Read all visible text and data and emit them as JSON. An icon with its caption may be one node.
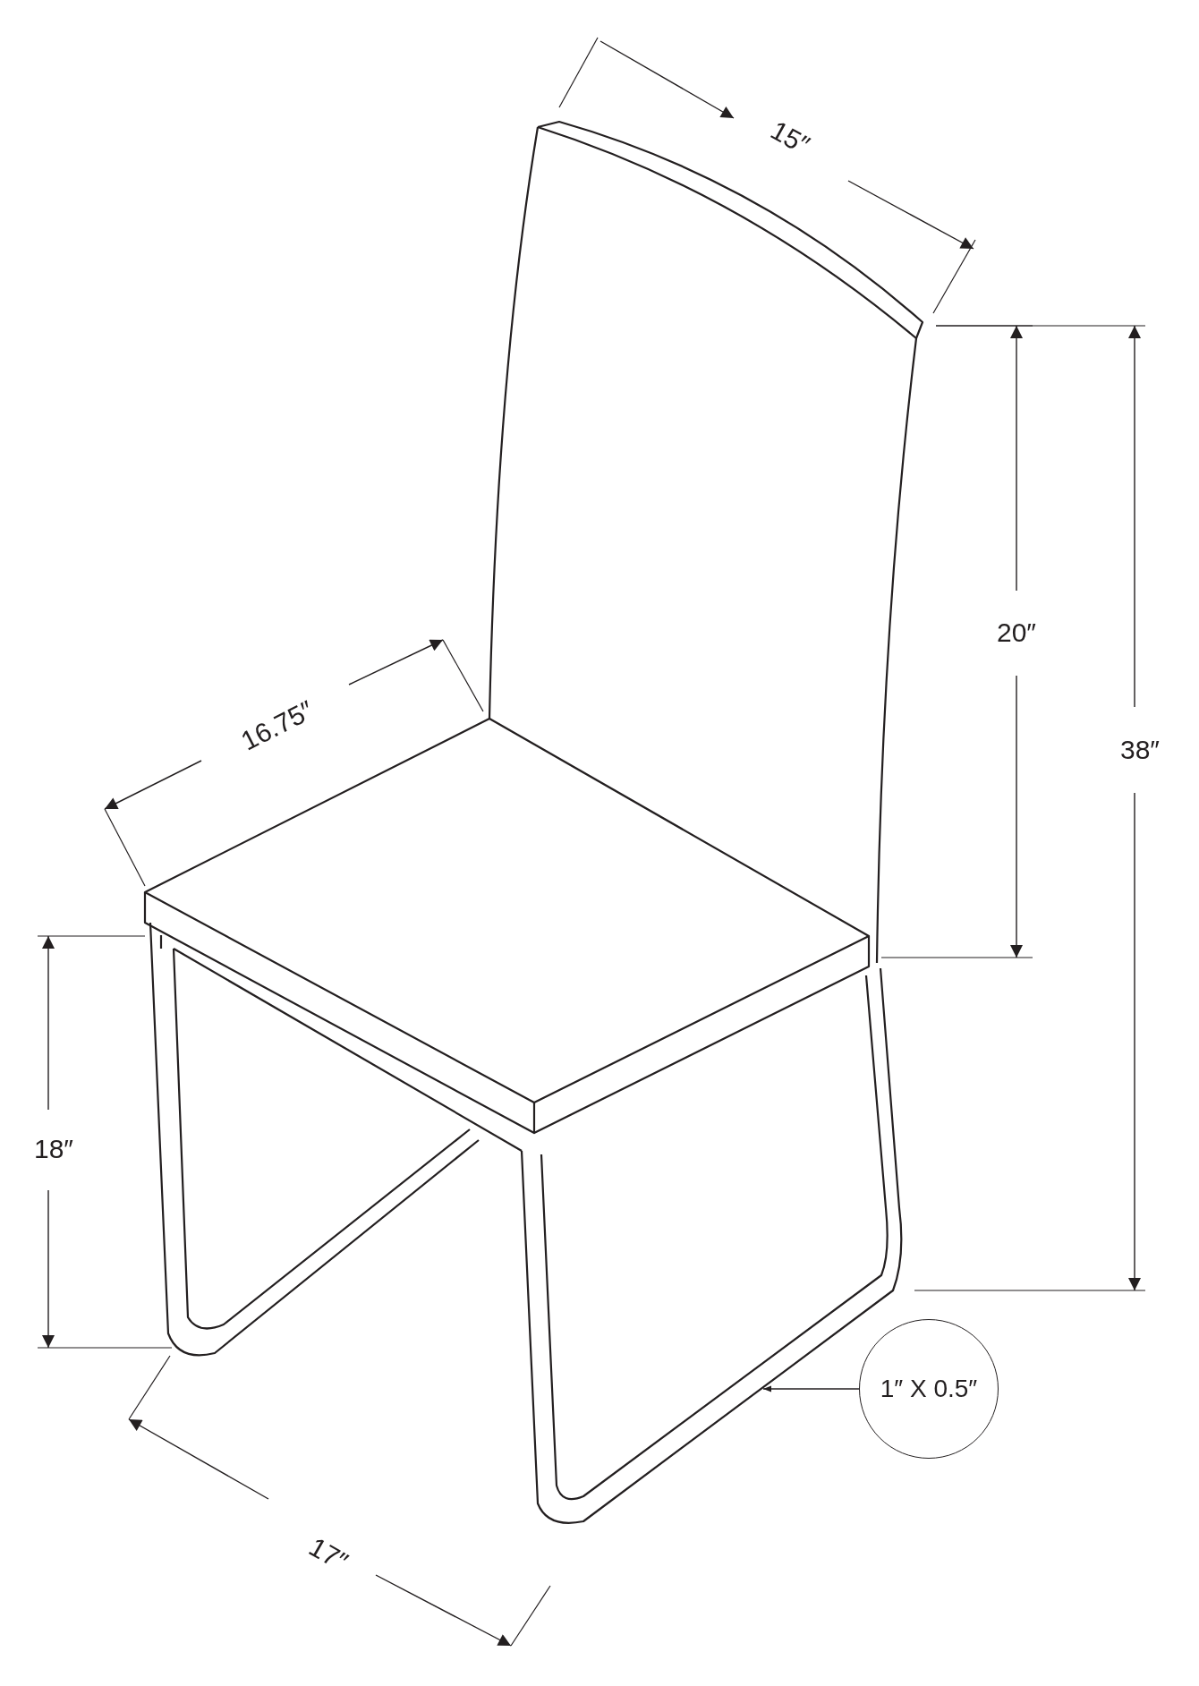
{
  "diagram": {
    "nodes": [
      {
        "text": [
          "1″ X 0.5″"
        ]
      },
      {
        "text": [],
        "shape": "bar"
      }
    ],
    "edges": [
      {
        "from": 0,
        "to": 1,
        "arrow": "to"
      }
    ],
    "labels": [
      "15″",
      "20″",
      "38″",
      "16.75″",
      "18″",
      "17″"
    ]
  }
}
